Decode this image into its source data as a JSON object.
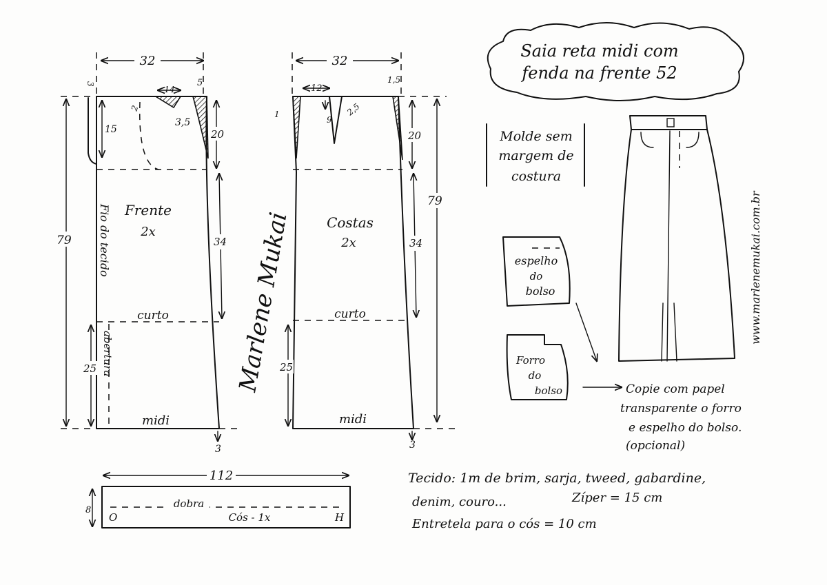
{
  "title": {
    "line1": "Saia reta midi com",
    "line2": "fenda na frente 52"
  },
  "note_seam": {
    "line1": "Molde sem",
    "line2": "margem de",
    "line3": "costura"
  },
  "website": "www.marlenemukai.com.br",
  "signature": "Marlene Mukai",
  "front": {
    "width": "32",
    "dart_width": "14",
    "right_rise": "5",
    "left_rise": "3",
    "pocket_depth": "15",
    "dart_side": "2",
    "dart_length": "3,5",
    "side_upper": "20",
    "side_lower": "34",
    "total_length": "79",
    "slit_length": "25",
    "hem_extra": "3",
    "label": "Frente",
    "count": "2x",
    "grain": "Fio do tecido",
    "opening": "abertura",
    "short_line": "curto",
    "midi_line": "midi"
  },
  "back": {
    "width": "32",
    "right_rise": "1,5",
    "left_value": "1",
    "dart_offset": "12",
    "dart_length": "9",
    "dart_side": "2,5",
    "side_upper": "20",
    "side_lower": "34",
    "total_length": "79",
    "slit_length": "25",
    "hem_extra": "3",
    "label": "Costas",
    "count": "2x",
    "short_line": "curto",
    "midi_line": "midi"
  },
  "waistband": {
    "length": "112",
    "height": "8",
    "fold": "dobra",
    "label": "Cós - 1x",
    "mark_left": "O",
    "mark_right": "H"
  },
  "pocket_facing": {
    "line1": "espelho",
    "line2": "do",
    "line3": "bolso"
  },
  "pocket_lining": {
    "line1": "Forro",
    "line2": "do",
    "line3": "bolso"
  },
  "copy_note": {
    "line1": "Copie com papel",
    "line2": "transparente o forro",
    "line3": "e espelho do bolso.",
    "line4": "(opcional)"
  },
  "materials": {
    "line1": "Tecido: 1m  de brim, sarja, tweed, gabardine,",
    "line2": "denim, couro...",
    "zipper": "Zíper = 15 cm",
    "line3": "Entretela para o cós = 10 cm"
  }
}
